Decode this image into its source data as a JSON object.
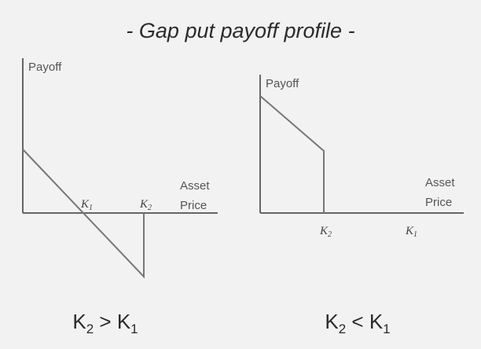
{
  "title": "- Gap put payoff profile -",
  "left_panel": {
    "y_axis_label": "Payoff",
    "x_axis_label_line1": "Asset",
    "x_axis_label_line2": "Price",
    "strike_1": {
      "base": "K",
      "sub": "1"
    },
    "strike_2": {
      "base": "K",
      "sub": "2"
    },
    "caption": {
      "a": "K",
      "a_sub": "2",
      "op": ">",
      "b": "K",
      "b_sub": "1"
    }
  },
  "right_panel": {
    "y_axis_label": "Payoff",
    "x_axis_label_line1": "Asset",
    "x_axis_label_line2": "Price",
    "strike_2": {
      "base": "K",
      "sub": "2"
    },
    "strike_1": {
      "base": "K",
      "sub": "1"
    },
    "caption": {
      "a": "K",
      "a_sub": "2",
      "op": "<",
      "b": "K",
      "b_sub": "1"
    }
  },
  "colors": {
    "background": "#f2f2f2",
    "line": "#777777",
    "text": "#2b2b2b"
  }
}
